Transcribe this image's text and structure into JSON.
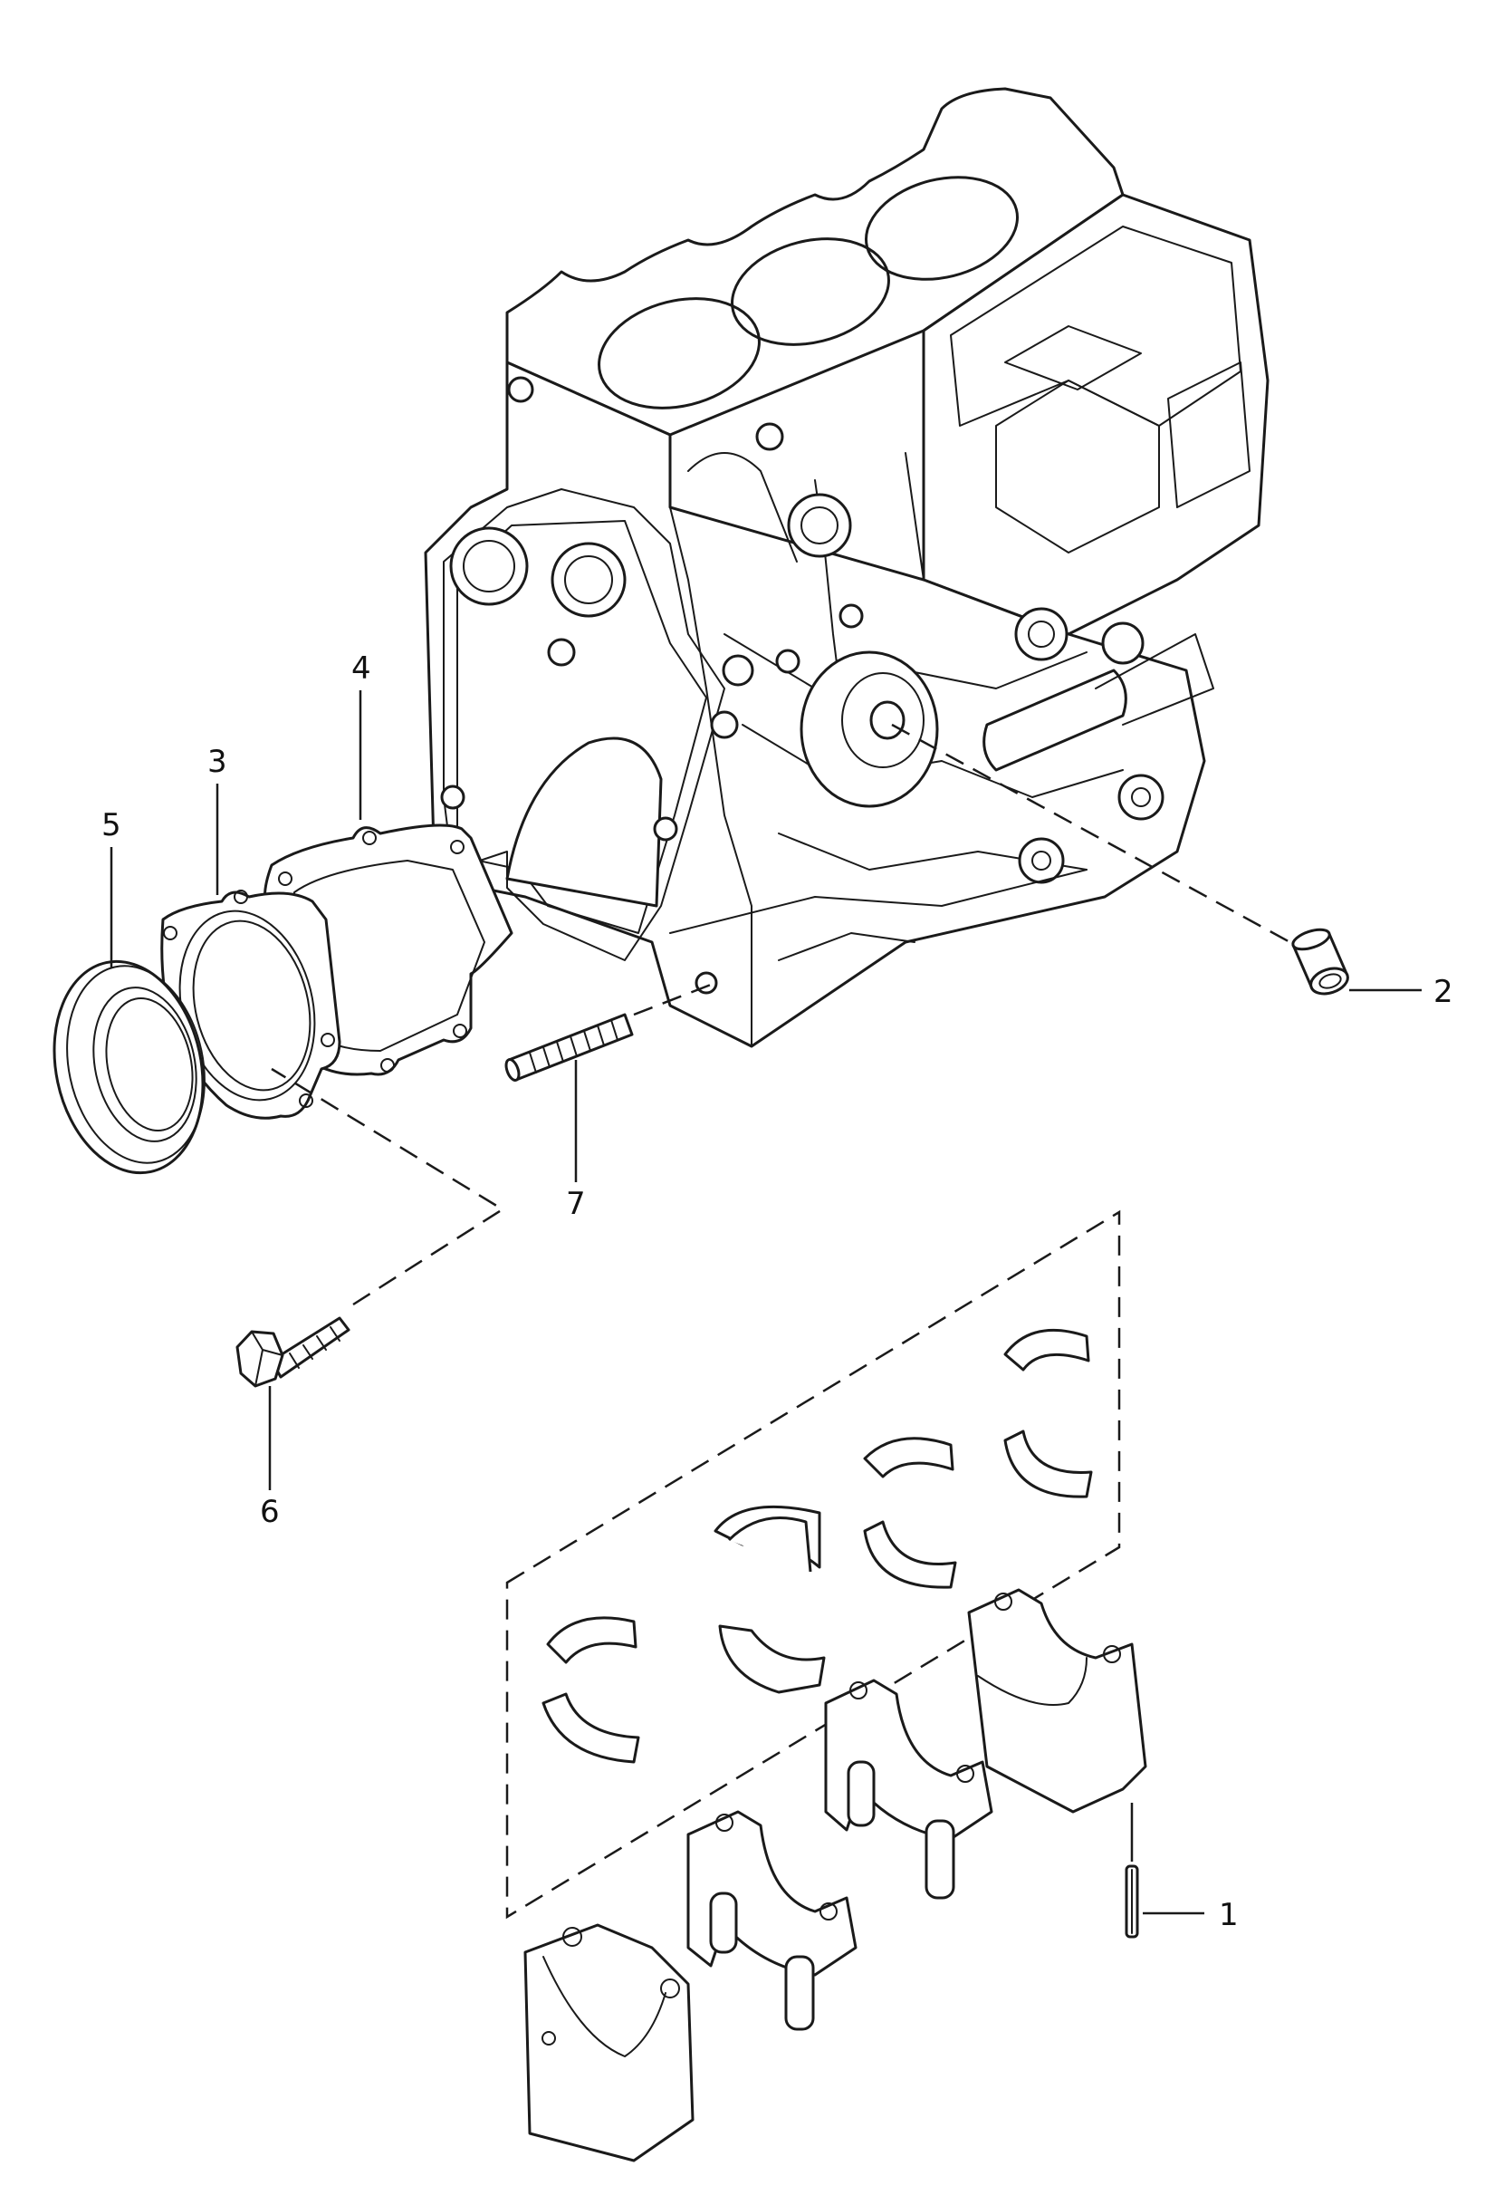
{
  "callouts": {
    "p1": "1",
    "p2": "2",
    "p3": "3",
    "p4": "4",
    "p5": "5",
    "p6": "6",
    "p7": "7"
  }
}
